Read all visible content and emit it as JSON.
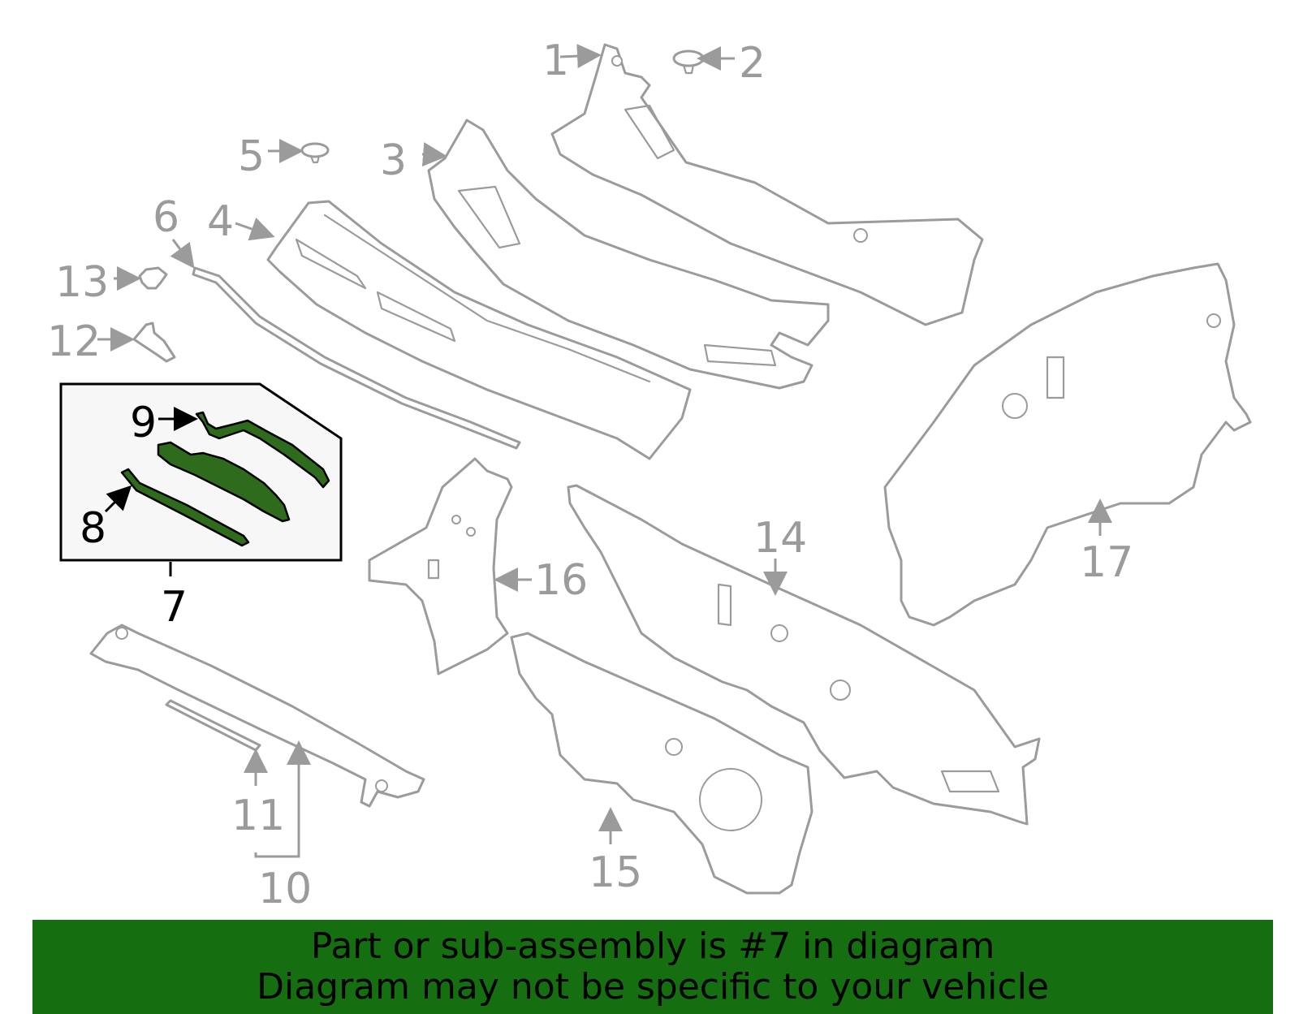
{
  "diagram": {
    "callouts": {
      "c1": "1",
      "c2": "2",
      "c3": "3",
      "c4": "4",
      "c5": "5",
      "c6": "6",
      "c7": "7",
      "c8": "8",
      "c9": "9",
      "c10": "10",
      "c11": "11",
      "c12": "12",
      "c13": "13",
      "c14": "14",
      "c15": "15",
      "c16": "16",
      "c17": "17"
    },
    "highlight_color": "#2e6b1c"
  },
  "banner": {
    "line1": "Part or sub-assembly is #7 in diagram",
    "line2": "Diagram may not be specific to your vehicle",
    "background": "#156e0f"
  }
}
